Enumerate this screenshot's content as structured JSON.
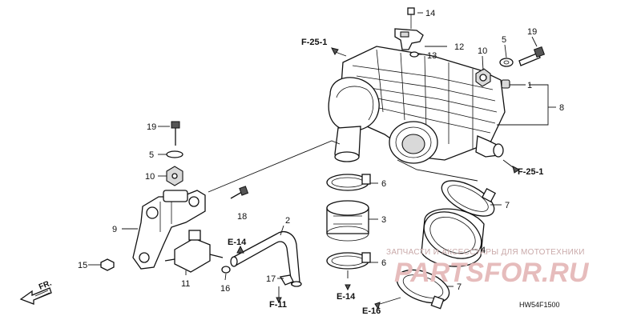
{
  "diagram_code": "HW54F1500",
  "part_numbers": [
    "14",
    "12",
    "13",
    "5",
    "19",
    "10",
    "1",
    "8",
    "19",
    "5",
    "10",
    "18",
    "9",
    "15",
    "11",
    "16",
    "2",
    "17",
    "6",
    "3",
    "6",
    "4",
    "7",
    "7"
  ],
  "refs": [
    "F-25-1",
    "F-25-1",
    "E-14",
    "E-14",
    "F-11",
    "E-16"
  ],
  "direction_label": "FR.",
  "watermark": {
    "line1": "ЗАПЧАСТИ И АКСЕССУАРЫ ДЛЯ МОТОТЕХНИКИ",
    "line2": "PARTSFOR.RU"
  }
}
